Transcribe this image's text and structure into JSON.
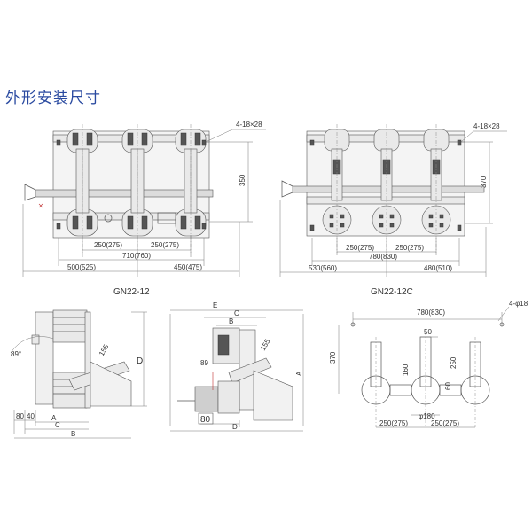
{
  "page": {
    "title": "外形安装尺寸"
  },
  "views": {
    "front_left": {
      "model": "GN22-12",
      "dims": {
        "hole": "4-18×28",
        "height": "350",
        "pitch1": "250(275)",
        "pitch2": "250(275)",
        "overall": "710(760)",
        "left": "500(525)",
        "right": "450(475)"
      }
    },
    "front_right": {
      "model": "GN22-12C",
      "dims": {
        "hole": "4-18×28",
        "height": "370",
        "pitch1": "250(275)",
        "pitch2": "250(275)",
        "overall": "780(830)",
        "left": "530(560)",
        "right": "480(510)"
      }
    },
    "side_left": {
      "dims": {
        "angle": "89°",
        "slant": "155",
        "D": "D",
        "a80": "80",
        "a40": "40",
        "A": "A",
        "C": "C",
        "B": "B"
      }
    },
    "side_mid": {
      "dims": {
        "E": "E",
        "C": "C",
        "B": "B",
        "angle": "89",
        "slant": "155",
        "A": "A",
        "a80": "80",
        "D": "D"
      }
    },
    "plan": {
      "dims": {
        "overall": "780(830)",
        "hole": "4-φ18",
        "height": "370",
        "d50": "50",
        "d250": "250",
        "d160": "160",
        "d60": "60",
        "dia": "φ180",
        "pitch1": "250(275)",
        "pitch2": "250(275)"
      }
    }
  }
}
